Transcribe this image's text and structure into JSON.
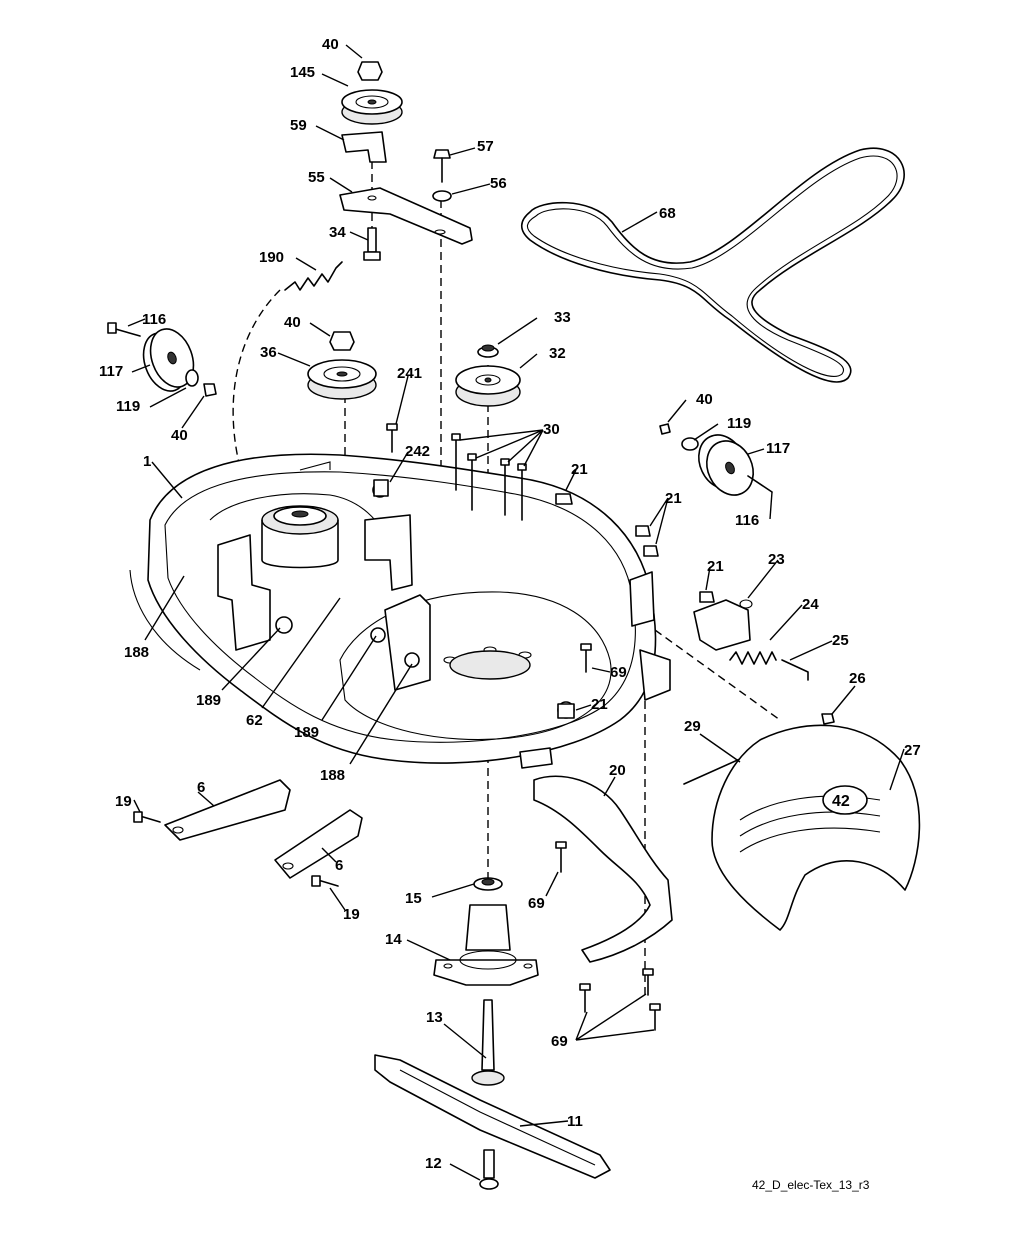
{
  "drawing_code": "42_D_elec-Tex_13_r3",
  "cover_badge": "42",
  "callouts": [
    {
      "id": "c-40-top",
      "text": "40"
    },
    {
      "id": "c-145",
      "text": "145"
    },
    {
      "id": "c-59",
      "text": "59"
    },
    {
      "id": "c-57",
      "text": "57"
    },
    {
      "id": "c-56",
      "text": "56"
    },
    {
      "id": "c-55",
      "text": "55"
    },
    {
      "id": "c-68",
      "text": "68"
    },
    {
      "id": "c-34",
      "text": "34"
    },
    {
      "id": "c-190",
      "text": "190"
    },
    {
      "id": "c-116-left",
      "text": "116"
    },
    {
      "id": "c-40-mid",
      "text": "40"
    },
    {
      "id": "c-33",
      "text": "33"
    },
    {
      "id": "c-117-left",
      "text": "117"
    },
    {
      "id": "c-36",
      "text": "36"
    },
    {
      "id": "c-32",
      "text": "32"
    },
    {
      "id": "c-119-left",
      "text": "119"
    },
    {
      "id": "c-40-left",
      "text": "40"
    },
    {
      "id": "c-241",
      "text": "241"
    },
    {
      "id": "c-40-right",
      "text": "40"
    },
    {
      "id": "c-30",
      "text": "30"
    },
    {
      "id": "c-119-right",
      "text": "119"
    },
    {
      "id": "c-242",
      "text": "242"
    },
    {
      "id": "c-117-right",
      "text": "117"
    },
    {
      "id": "c-1",
      "text": "1"
    },
    {
      "id": "c-21-a",
      "text": "21"
    },
    {
      "id": "c-21-b",
      "text": "21"
    },
    {
      "id": "c-116-right",
      "text": "116"
    },
    {
      "id": "c-23",
      "text": "23"
    },
    {
      "id": "c-21-c",
      "text": "21"
    },
    {
      "id": "c-24",
      "text": "24"
    },
    {
      "id": "c-25",
      "text": "25"
    },
    {
      "id": "c-188-left",
      "text": "188"
    },
    {
      "id": "c-69-a",
      "text": "69"
    },
    {
      "id": "c-26",
      "text": "26"
    },
    {
      "id": "c-189-left",
      "text": "189"
    },
    {
      "id": "c-21-d",
      "text": "21"
    },
    {
      "id": "c-62",
      "text": "62"
    },
    {
      "id": "c-189-mid",
      "text": "189"
    },
    {
      "id": "c-29",
      "text": "29"
    },
    {
      "id": "c-27",
      "text": "27"
    },
    {
      "id": "c-20",
      "text": "20"
    },
    {
      "id": "c-188-mid",
      "text": "188"
    },
    {
      "id": "c-6-a",
      "text": "6"
    },
    {
      "id": "c-19-a",
      "text": "19"
    },
    {
      "id": "c-6-b",
      "text": "6"
    },
    {
      "id": "c-15",
      "text": "15"
    },
    {
      "id": "c-69-b",
      "text": "69"
    },
    {
      "id": "c-19-b",
      "text": "19"
    },
    {
      "id": "c-14",
      "text": "14"
    },
    {
      "id": "c-13",
      "text": "13"
    },
    {
      "id": "c-69-c",
      "text": "69"
    },
    {
      "id": "c-11",
      "text": "11"
    },
    {
      "id": "c-12",
      "text": "12"
    }
  ]
}
